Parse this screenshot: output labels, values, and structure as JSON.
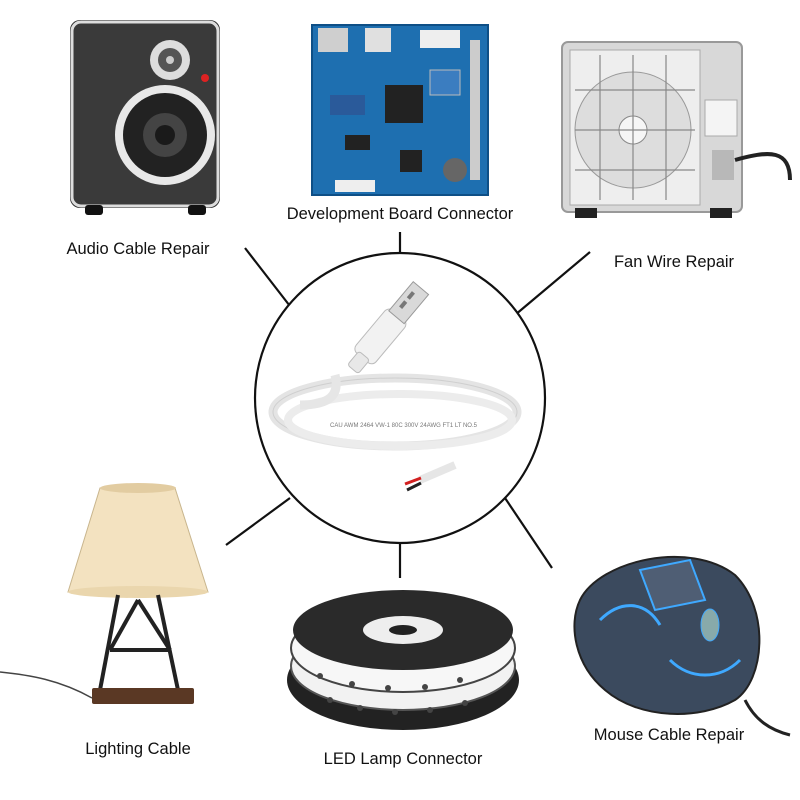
{
  "center": {
    "icon": "usb-cable-icon",
    "cable_print": "CAU AWM 2464 VW-1 80C 300V 24AWG FT1 LT NO.5"
  },
  "applications": [
    {
      "id": "audio",
      "label": "Audio Cable Repair",
      "icon": "speaker-icon"
    },
    {
      "id": "devboard",
      "label": "Development Board Connector",
      "icon": "circuit-board-icon"
    },
    {
      "id": "fan",
      "label": "Fan Wire Repair",
      "icon": "fan-icon"
    },
    {
      "id": "lighting",
      "label": "Lighting Cable",
      "icon": "lamp-icon"
    },
    {
      "id": "led",
      "label": "LED Lamp Connector",
      "icon": "led-strip-icon"
    },
    {
      "id": "mouse",
      "label": "Mouse Cable Repair",
      "icon": "mouse-icon"
    }
  ],
  "colors": {
    "line": "#111111",
    "board": "#1e6fb0",
    "mouse_glow": "#3fa9ff",
    "lamp_shade": "#f3e2c0",
    "wire_red": "#d22020"
  }
}
